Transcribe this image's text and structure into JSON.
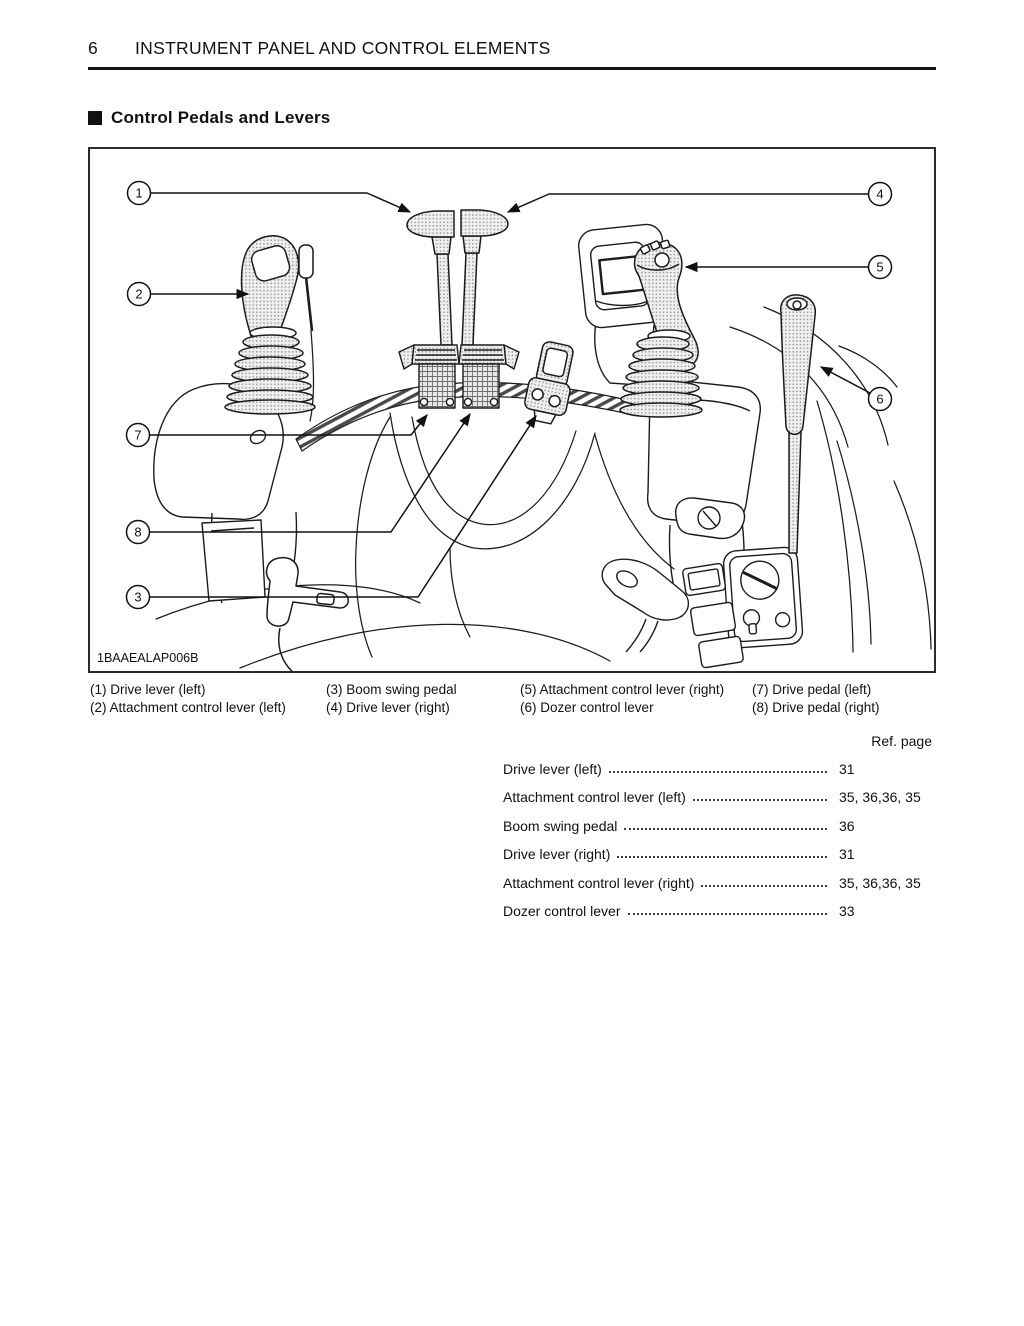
{
  "header": {
    "page_number": "6",
    "title": "INSTRUMENT PANEL AND CONTROL ELEMENTS"
  },
  "section": {
    "title": "Control Pedals and Levers"
  },
  "figure": {
    "code": "1BAAEALAP006B",
    "callouts": [
      {
        "num": "1"
      },
      {
        "num": "2"
      },
      {
        "num": "3"
      },
      {
        "num": "4"
      },
      {
        "num": "5"
      },
      {
        "num": "6"
      },
      {
        "num": "7"
      },
      {
        "num": "8"
      }
    ]
  },
  "legend": {
    "items": [
      {
        "num": "(1)",
        "label": "Drive lever (left)"
      },
      {
        "num": "(2)",
        "label": "Attachment control lever (left)"
      },
      {
        "num": "(3)",
        "label": "Boom swing pedal"
      },
      {
        "num": "(4)",
        "label": "Drive lever (right)"
      },
      {
        "num": "(5)",
        "label": "Attachment control lever (right)"
      },
      {
        "num": "(6)",
        "label": "Dozer control lever"
      },
      {
        "num": "(7)",
        "label": "Drive pedal (left)"
      },
      {
        "num": "(8)",
        "label": "Drive pedal (right)"
      }
    ]
  },
  "ref_table": {
    "header": "Ref. page",
    "rows": [
      {
        "label": "Drive lever (left)",
        "page": "31"
      },
      {
        "label": "Attachment control lever (left)",
        "page": "35, 36,36, 35"
      },
      {
        "label": "Boom swing pedal",
        "page": "36"
      },
      {
        "label": "Drive lever (right)",
        "page": "31"
      },
      {
        "label": "Attachment control lever (right)",
        "page": "35, 36,36, 35"
      },
      {
        "label": "Dozer control lever",
        "page": "33"
      }
    ]
  }
}
